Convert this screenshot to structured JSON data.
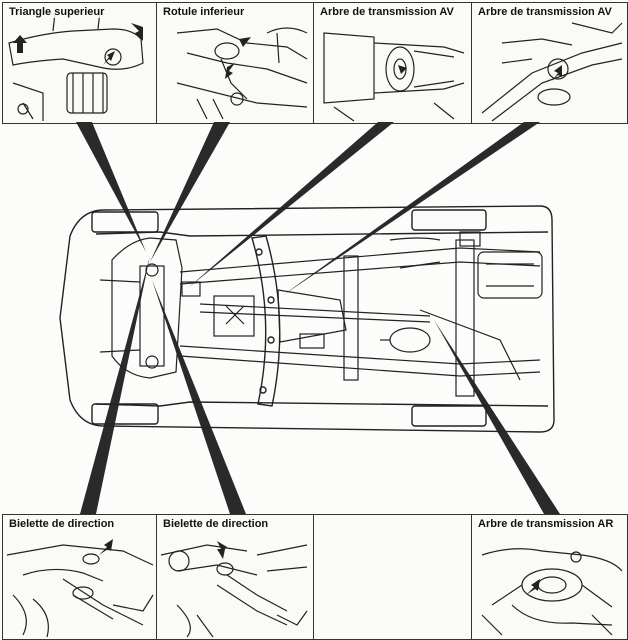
{
  "panels": {
    "triangle_superieur": "Triangle superieur",
    "rotule_inferieur": "Rotule inferieur",
    "arbre_av_1": "Arbre de transmission AV",
    "arbre_av_2": "Arbre de transmission AV",
    "biellette_1": "Bielette de direction",
    "biellette_2": "Bielette de direction",
    "empty": "",
    "arbre_ar": "Arbre de transmission AR"
  },
  "colors": {
    "line": "#222222",
    "pointer": "#2a2a2a",
    "paper": "#fafaf7"
  },
  "icons": {
    "arrow": "arrow-icon"
  }
}
